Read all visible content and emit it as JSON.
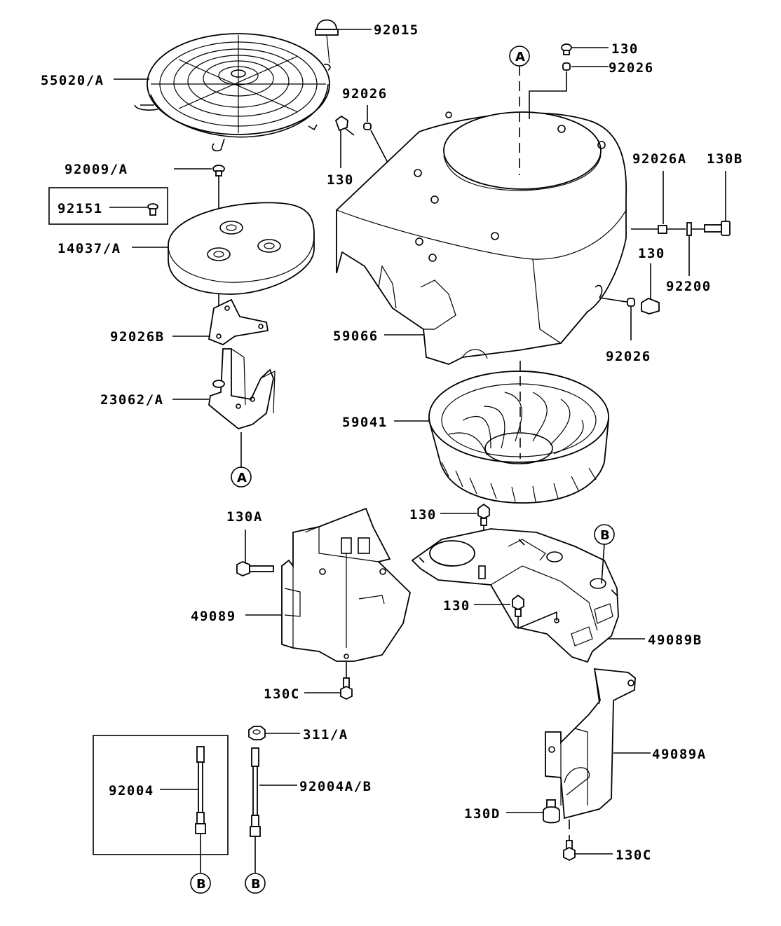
{
  "parts": {
    "p55020A": "55020/A",
    "p92015": "92015",
    "p92009A": "92009/A",
    "p92151": "92151",
    "p14037A": "14037/A",
    "p92026B": "92026B",
    "p23062A": "23062/A",
    "p130_top": "130",
    "p92026_top": "92026",
    "p92026_left": "92026",
    "p130_left": "130",
    "p92026A": "92026A",
    "p130B": "130B",
    "p130_right": "130",
    "p92200": "92200",
    "p92026_right": "92026",
    "p59066": "59066",
    "p59041": "59041",
    "p130A": "130A",
    "p130_mid": "130",
    "p49089": "49089",
    "p130_mid2": "130",
    "p49089B": "49089B",
    "p130C_left": "130C",
    "p311A": "311/A",
    "p92004": "92004",
    "p92004AB": "92004A/B",
    "p49089A": "49089A",
    "p130D": "130D",
    "p130C_right": "130C"
  },
  "refs": {
    "a_top": "A",
    "a_bottom": "A",
    "b_right": "B",
    "b_left1": "B",
    "b_left2": "B"
  }
}
